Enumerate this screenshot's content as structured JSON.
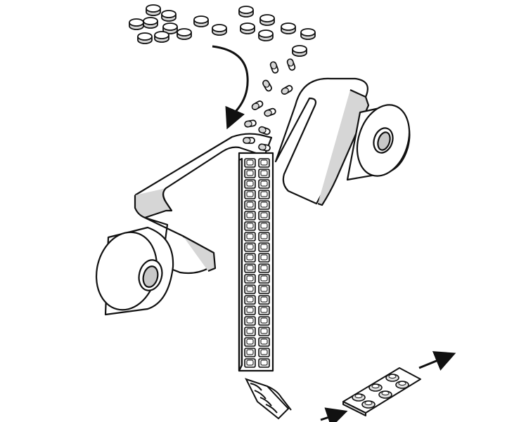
{
  "diagram": {
    "subject": "blister-pack-packaging-machine",
    "components": [
      {
        "id": "loose-tablets",
        "icon": "tablet-icon"
      },
      {
        "id": "feed-arrow",
        "icon": "curved-arrow-down-icon"
      },
      {
        "id": "left-film-roll",
        "icon": "film-roll-icon"
      },
      {
        "id": "right-film-roll",
        "icon": "film-roll-icon"
      },
      {
        "id": "blister-strip",
        "icon": "blister-strip-icon"
      },
      {
        "id": "finished-blister-pack",
        "icon": "blister-card-icon"
      },
      {
        "id": "output-arrow",
        "icon": "arrow-right-icon"
      }
    ],
    "colors": {
      "stroke": "#111111",
      "fill": "#ffffff",
      "shade": "#d6d6d6",
      "background": "#ffffff"
    }
  }
}
